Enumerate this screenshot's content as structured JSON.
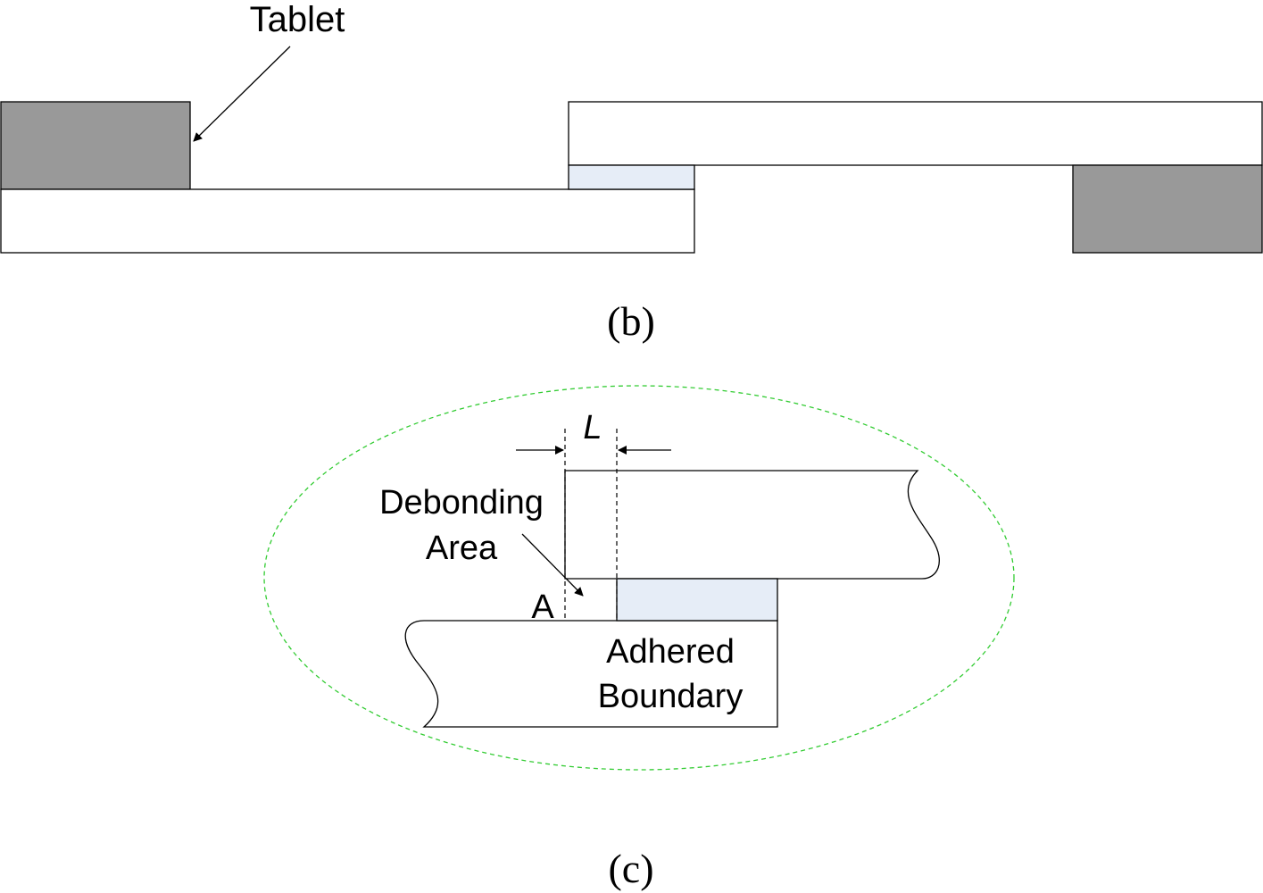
{
  "figure_b": {
    "tablet_label": "Tablet",
    "caption": "(b)",
    "colors": {
      "tablet": "#999999",
      "adhesive": "#e6edf7",
      "outline": "#000000"
    }
  },
  "figure_c": {
    "dimension_label": "L",
    "debonding_label_line1": "Debonding",
    "debonding_label_line2": "Area",
    "point_label": "A",
    "adhered_label_line1": "Adhered",
    "adhered_label_line2": "Boundary",
    "caption": "(c)",
    "colors": {
      "ellipse": "#33cc33",
      "adhesive": "#e6edf7"
    }
  }
}
